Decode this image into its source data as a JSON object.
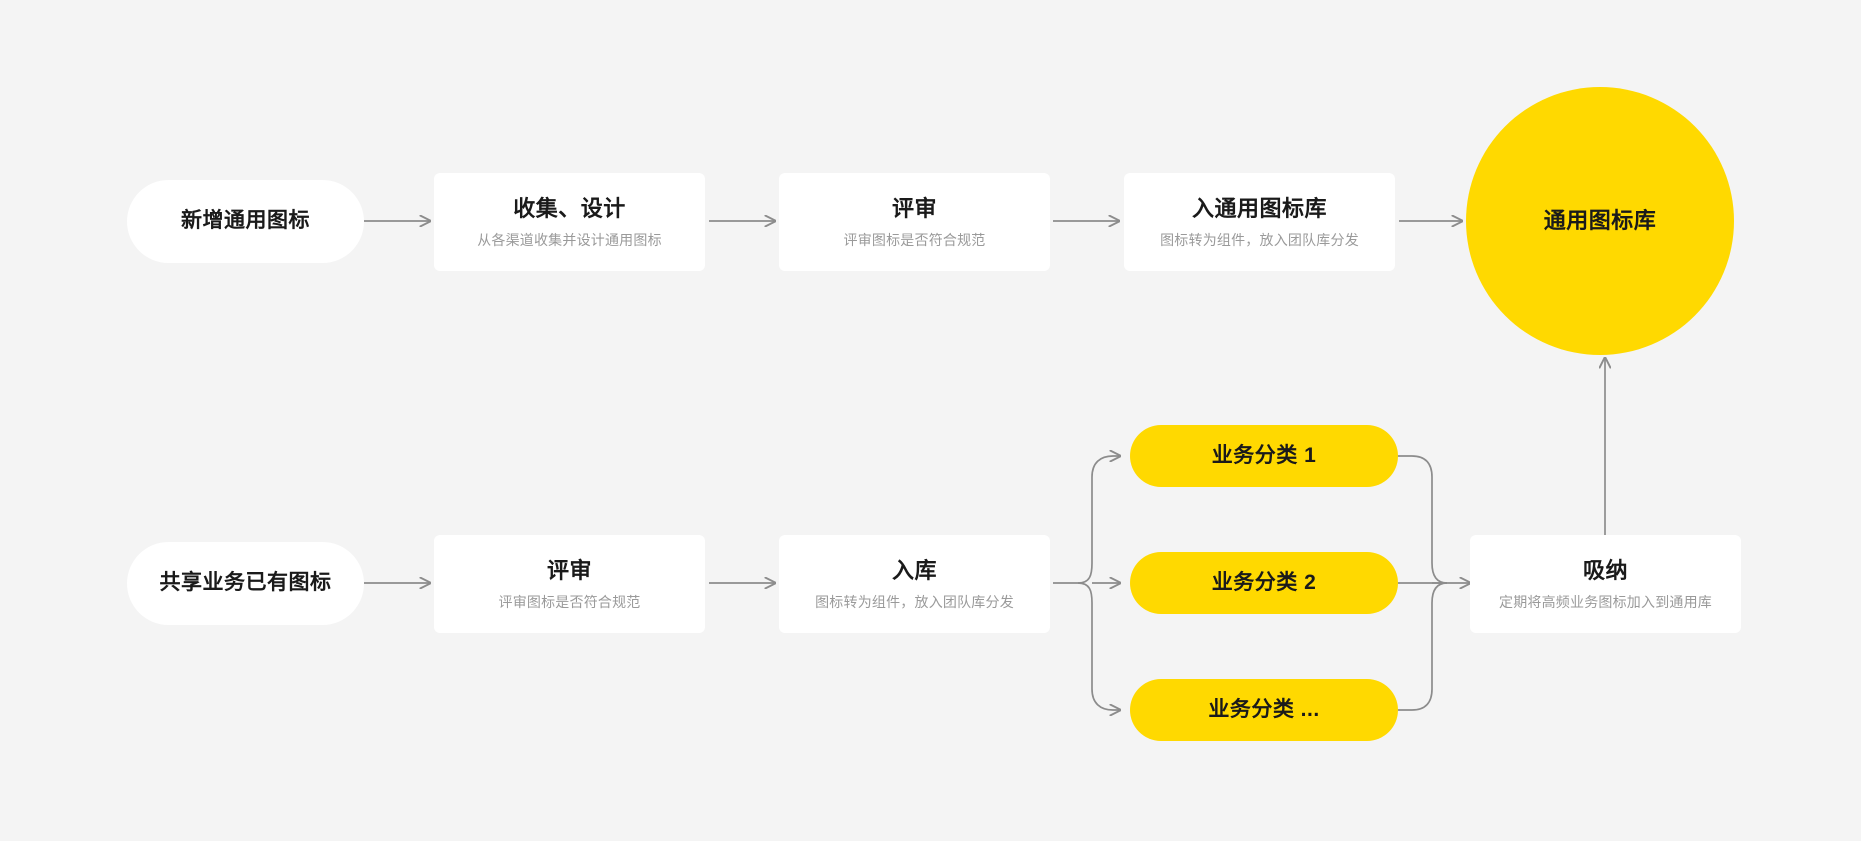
{
  "diagram": {
    "background_color": "#f4f4f4",
    "accent_color": "#FFD900",
    "card_color": "#ffffff",
    "line_color": "#8c8c8c",
    "title_color": "#1a1a1a",
    "subtitle_color": "#9a9a9a"
  },
  "flow_top": {
    "start": {
      "label": "新增通用图标"
    },
    "steps": [
      {
        "title": "收集、设计",
        "subtitle": "从各渠道收集并设计通用图标"
      },
      {
        "title": "评审",
        "subtitle": "评审图标是否符合规范"
      },
      {
        "title": "入通用图标库",
        "subtitle": "图标转为组件，放入团队库分发"
      }
    ],
    "end": {
      "label": "通用图标库"
    }
  },
  "flow_bottom": {
    "start": {
      "label": "共享业务已有图标"
    },
    "steps": [
      {
        "title": "评审",
        "subtitle": "评审图标是否符合规范"
      },
      {
        "title": "入库",
        "subtitle": "图标转为组件，放入团队库分发"
      }
    ],
    "branches": [
      {
        "label": "业务分类 1"
      },
      {
        "label": "业务分类 2"
      },
      {
        "label": "业务分类 ..."
      }
    ],
    "merge": {
      "title": "吸纳",
      "subtitle": "定期将高频业务图标加入到通用库"
    }
  }
}
